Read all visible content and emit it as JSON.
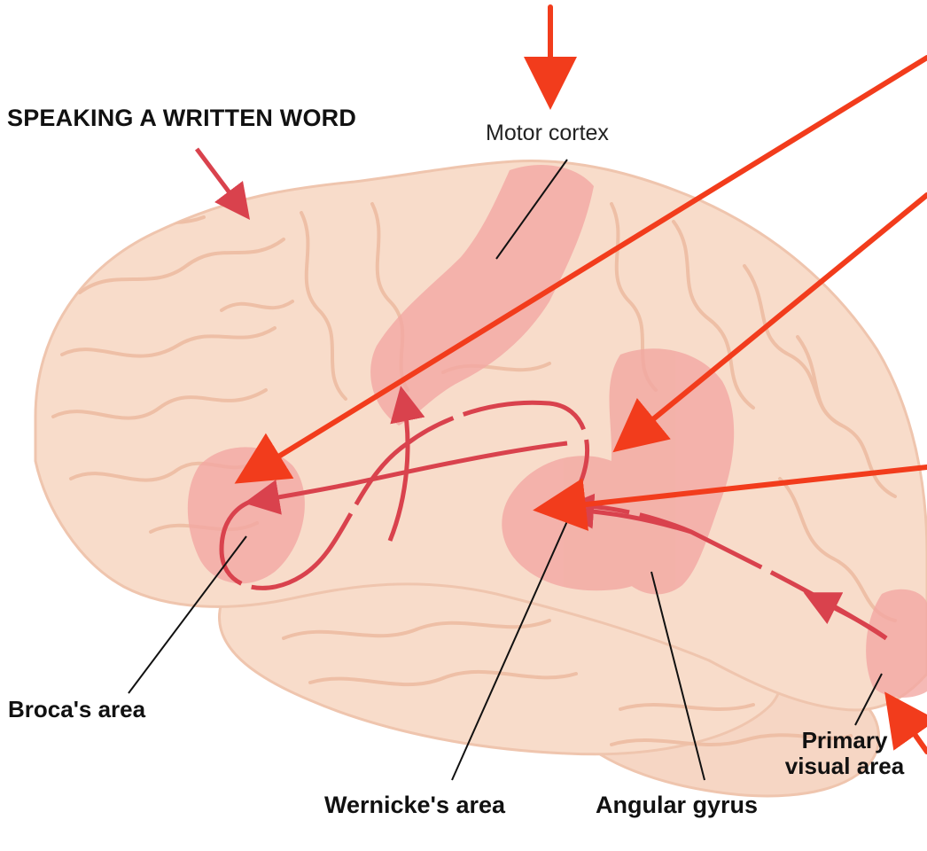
{
  "diagram": {
    "title": "SPEAKING A WRITTEN WORD",
    "labels": {
      "motor_cortex": "Motor cortex",
      "brocas_area": "Broca's area",
      "primary_visual_line1": "Primary",
      "primary_visual_line2": "visual area",
      "wernickes_area": "Wernicke's area",
      "angular_gyrus": "Angular gyrus"
    },
    "colors": {
      "brain_fill": "#f8dcca",
      "brain_outline": "#efc5ae",
      "highlight": "#f2a8a2",
      "pathway": "#d9424d",
      "annotation_arrow": "#f23c1c",
      "leader_line": "#111111"
    }
  }
}
